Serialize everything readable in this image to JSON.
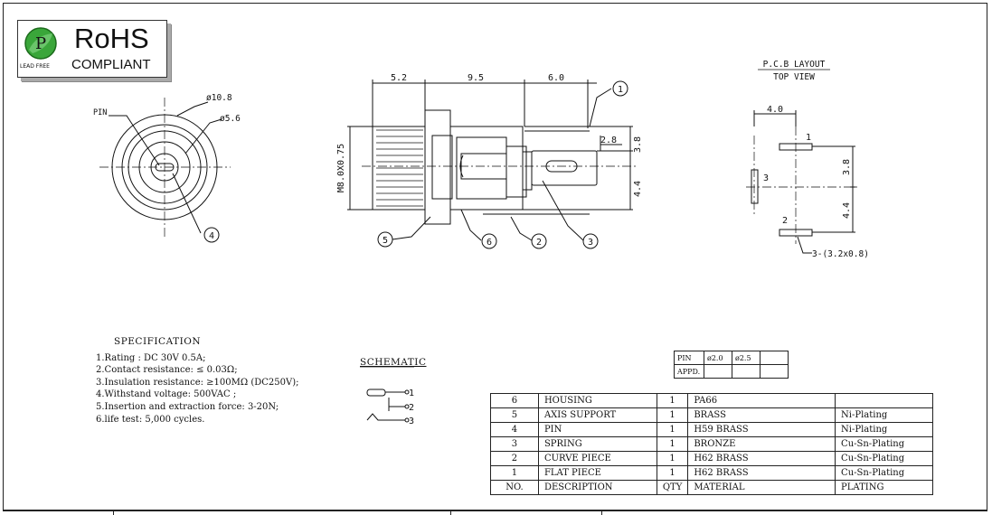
{
  "rohs": {
    "title": "RoHS",
    "subtitle": "COMPLIANT",
    "lead_free": "LEAD FREE",
    "logo_letter": "P",
    "logo_color": "#2e9a2e"
  },
  "front_view": {
    "pin_label": "PIN",
    "dia_outer": "ø10.8",
    "dia_inner": "ø5.6",
    "callout_4": "4"
  },
  "side_view": {
    "dim_a": "5.2",
    "dim_b": "9.5",
    "dim_c": "6.0",
    "dim_d": "2.8",
    "dim_e": "3.8",
    "dim_f": "4.4",
    "thread": "M8.0X0.75",
    "callouts": [
      "1",
      "2",
      "3",
      "5",
      "6"
    ]
  },
  "pcb": {
    "title": "P.C.B LAYOUT",
    "subtitle": "TOP VIEW",
    "dim_w": "4.0",
    "dim_h1": "3.8",
    "dim_h2": "4.4",
    "pad_1": "1",
    "pad_2": "2",
    "pad_3": "3",
    "pad_note": "3-(3.2x0.8)"
  },
  "specification": {
    "title": "SPECIFICATION",
    "lines": [
      "1.Rating : DC 30V 0.5A;",
      "2.Contact resistance: ≤ 0.03Ω;",
      "3.Insulation resistance: ≥100MΩ (DC250V);",
      "4.Withstand voltage: 500VAC ;",
      "5.Insertion and extraction force: 3-20N;",
      "6.life test: 5,000 cycles."
    ]
  },
  "schematic": {
    "title": "SCHEMATIC",
    "pins": [
      "1",
      "2",
      "3"
    ]
  },
  "pin_table": {
    "row1": [
      "PIN",
      "ø2.0",
      "ø2.5",
      ""
    ],
    "row2": [
      "APPD.",
      "",
      "",
      ""
    ]
  },
  "bom": {
    "rows": [
      [
        "6",
        "HOUSING",
        "1",
        "PA66",
        ""
      ],
      [
        "5",
        "AXIS SUPPORT",
        "1",
        "BRASS",
        "Ni-Plating"
      ],
      [
        "4",
        "PIN",
        "1",
        "H59 BRASS",
        "Ni-Plating"
      ],
      [
        "3",
        "SPRING",
        "1",
        "BRONZE",
        "Cu-Sn-Plating"
      ],
      [
        "2",
        "CURVE PIECE",
        "1",
        "H62 BRASS",
        "Cu-Sn-Plating"
      ],
      [
        "1",
        "FLAT PIECE",
        "1",
        "H62 BRASS",
        "Cu-Sn-Plating"
      ]
    ],
    "header": [
      "NO.",
      "DESCRIPTION",
      "QTY",
      "MATERIAL",
      "PLATING"
    ]
  }
}
